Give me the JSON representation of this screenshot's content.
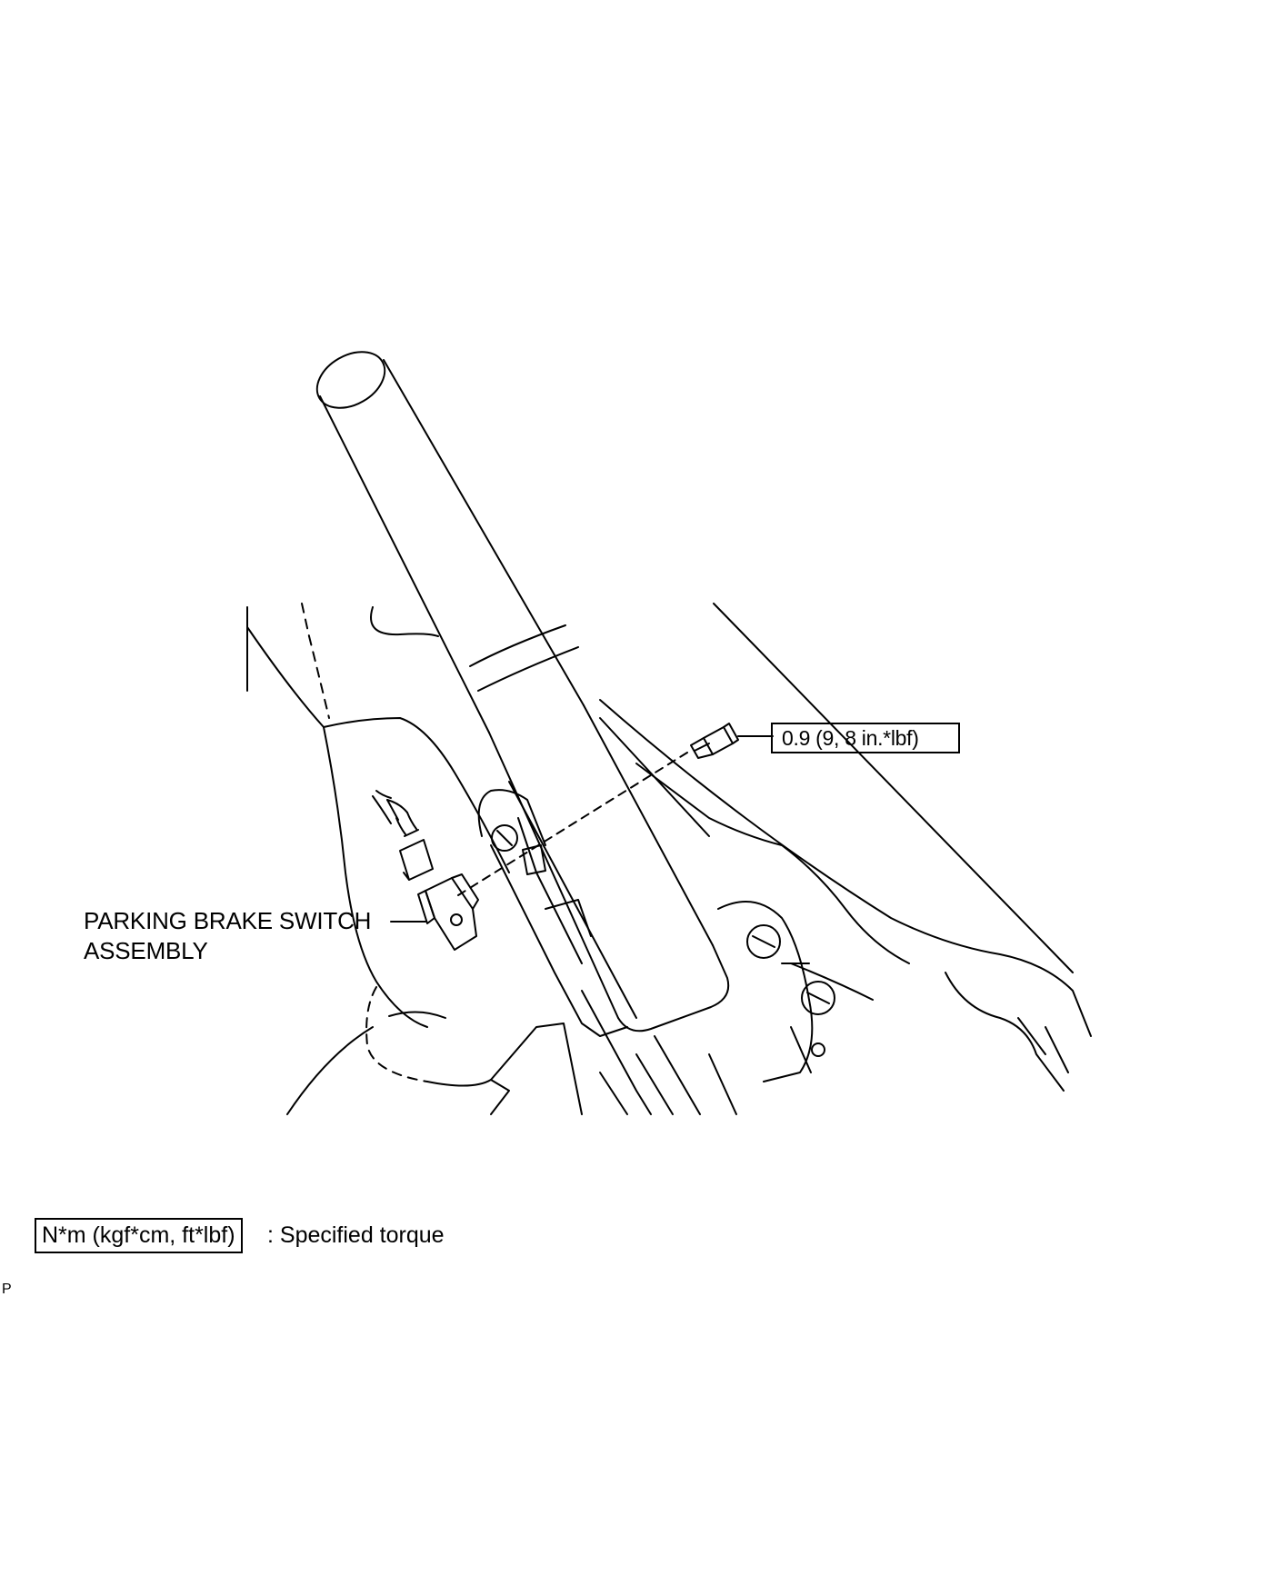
{
  "callouts": {
    "switch_label_line1": "PARKING BRAKE SWITCH",
    "switch_label_line2": "ASSEMBLY",
    "bolt_torque": "0.9 (9, 8 in.*lbf)"
  },
  "legend": {
    "torque_units": "N*m (kgf*cm, ft*lbf)",
    "torque_description": ": Specified torque"
  },
  "figure_code": "P"
}
